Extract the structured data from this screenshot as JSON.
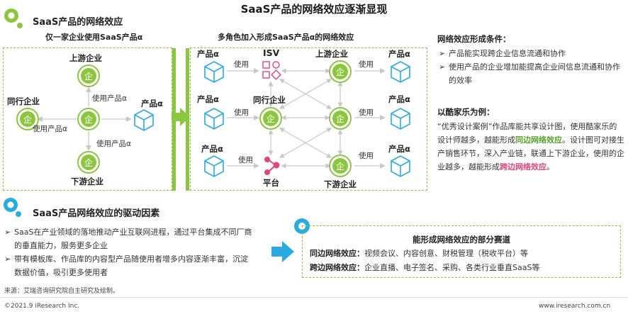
{
  "title": "SaaS产品的网络效应逐渐显现",
  "section1": {
    "heading": "SaaS产品的网络效应",
    "left_subtitle": "仅一家企业使用SaaS产品α",
    "right_subtitle": "多角色加入形成SaaS产品α的网络效应",
    "left": {
      "upstream": "上游企业",
      "peer": "同行企业",
      "downstream": "下游企业",
      "product": "产品α",
      "use1": "使用产品α",
      "use2": "使用产品α",
      "use3": "使用产品α",
      "enterprise_glyph": "企"
    },
    "right": {
      "isv": "ISV",
      "upstream": "上游企业",
      "peer": "同行企业",
      "downstream": "下游企业",
      "platform": "平台",
      "product": "产品α",
      "use": "使用"
    }
  },
  "conditions": {
    "heading": "网络效应形成条件：",
    "items": [
      "产品能实现跨企业信息流通和协作",
      "使用产品的企业增加能提高企业间信息流通和协作的效率"
    ]
  },
  "example": {
    "heading": "以酷家乐为例：",
    "p1": "“优秀设计案例”作品库能共享设计图，使用酷家乐的设计师越多，越能形成",
    "p1_hl": "同边网络效应",
    "p2": "。设计图可对接生产销售环节，深入产业链，联通上下游企业，使用的企业越多，越能形成",
    "p2_hl": "跨边网络效应",
    "p2_end": "。"
  },
  "section2": {
    "heading": "SaaS产品网络效应的驱动因素",
    "items": [
      "SaaS在产业领域的落地推动产业互联网进程，通过平台集成不同厂商的垂直能力，服务更多企业",
      "带有模板库、作品库的内容型产品随使用者增多内容逐渐丰富，沉淀数据价值，吸引更多使用者"
    ],
    "source": "来源：艾瑞咨询研究院自主研究及绘制。"
  },
  "tracks": {
    "heading": "能形成网络效应的部分赛道",
    "same_label": "同边网络效应：",
    "same_value": "视频会议、内容创意、财税管理（税收平台）等",
    "cross_label": "跨边网络效应：",
    "cross_value": "企业直播、电子签名、采购、各类行业垂直SaaS等"
  },
  "footer": {
    "left": "©2021.9 iResearch Inc.",
    "right": "www.iresearch.com.cn"
  },
  "colors": {
    "green": "#8cc63f",
    "blue": "#29abe2",
    "pink": "#e0457b",
    "gray_arrow": "#c8c8c8"
  }
}
